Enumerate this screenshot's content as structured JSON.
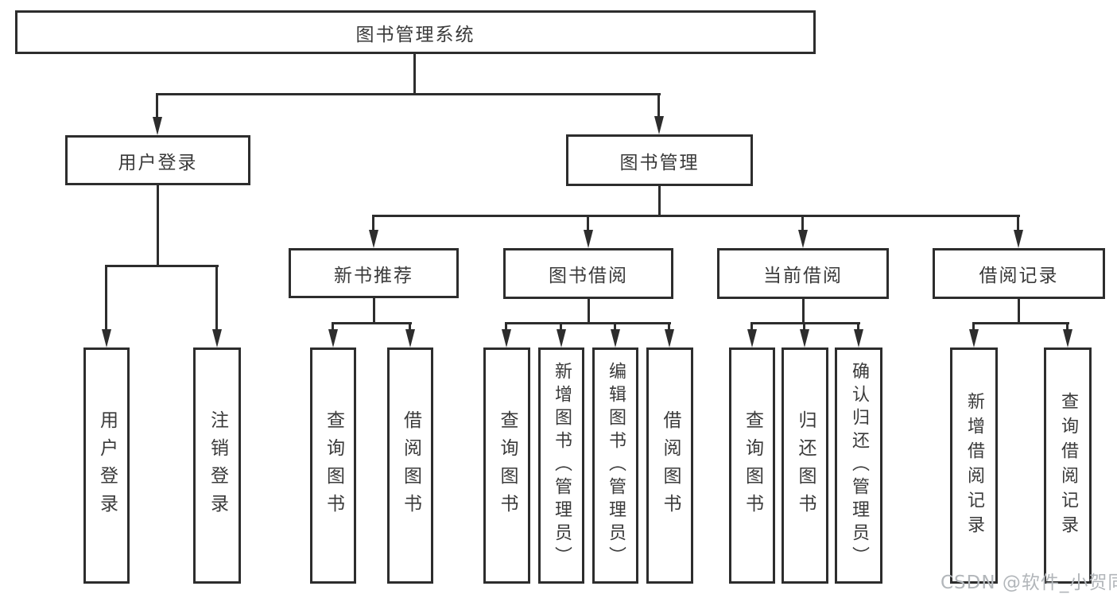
{
  "diagram": {
    "root": {
      "label": "图书管理系统"
    },
    "level2": [
      {
        "label": "用户登录"
      },
      {
        "label": "图书管理"
      }
    ],
    "level3": [
      {
        "label": "新书推荐"
      },
      {
        "label": "图书借阅"
      },
      {
        "label": "当前借阅"
      },
      {
        "label": "借阅记录"
      }
    ],
    "leaves": [
      {
        "label": "用户登录"
      },
      {
        "label": "注销登录"
      },
      {
        "label": "查询图书"
      },
      {
        "label": "借阅图书"
      },
      {
        "label": "查询图书"
      },
      {
        "label": "新增图书（管理员）"
      },
      {
        "label": "编辑图书（管理员）"
      },
      {
        "label": "借阅图书"
      },
      {
        "label": "查询图书"
      },
      {
        "label": "归还图书"
      },
      {
        "label": "确认归还（管理员）"
      },
      {
        "label": "新增借阅记录"
      },
      {
        "label": "查询借阅记录"
      }
    ],
    "watermark": "CSDN @软件_小贺同学",
    "colors": {
      "line": "#2d2d2d",
      "text": "#3a3a3a",
      "watermark": "#b2b6ba",
      "background": "#ffffff"
    }
  }
}
